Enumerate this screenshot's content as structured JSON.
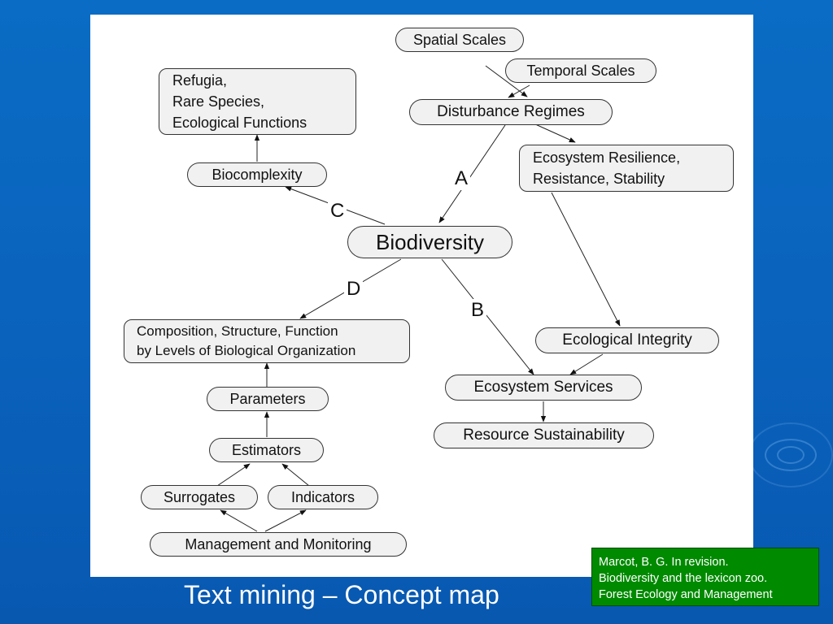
{
  "slide": {
    "title": "Text mining – Concept map",
    "citation": "Marcot, B. G.  In revision.\nBiodiversity and the lexicon zoo.\nForest Ecology and Management",
    "colors": {
      "background": "#0a65bf",
      "citation_box": "#008a00",
      "node_fill": "#f1f1f1"
    }
  },
  "concept_map": {
    "nodes": {
      "spatial": "Spatial Scales",
      "temporal": "Temporal Scales",
      "disturbance": "Disturbance Regimes",
      "refugia": "Refugia,\nRare Species,\nEcological Functions",
      "biocomplexity": "Biocomplexity",
      "resilience": "Ecosystem Resilience,\nResistance, Stability",
      "biodiversity": "Biodiversity",
      "composition": "Composition, Structure, Function\nby Levels of Biological Organization",
      "integrity": "Ecological Integrity",
      "services": "Ecosystem Services",
      "sustainability": "Resource Sustainability",
      "parameters": "Parameters",
      "estimators": "Estimators",
      "surrogates": "Surrogates",
      "indicators": "Indicators",
      "management": "Management and Monitoring"
    },
    "edge_labels": {
      "a": "A",
      "b": "B",
      "c": "C",
      "d": "D"
    }
  }
}
